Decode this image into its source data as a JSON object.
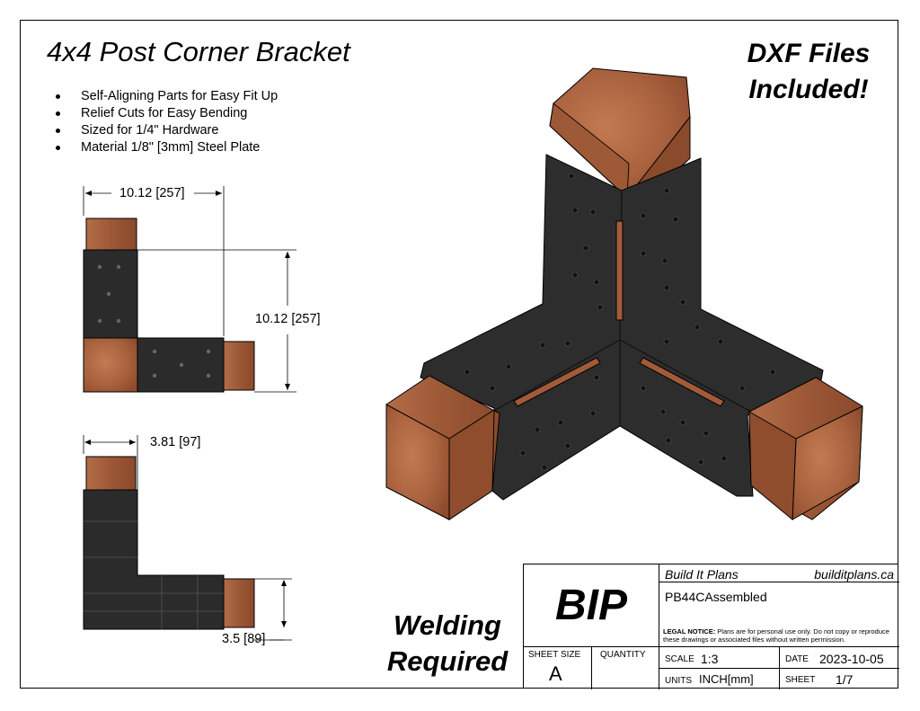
{
  "title": "4x4 Post Corner Bracket",
  "features": [
    "Self-Aligning Parts for Easy Fit Up",
    "Relief Cuts for Easy Bending",
    "Sized for 1/4\" Hardware",
    "Material 1/8\" [3mm] Steel Plate"
  ],
  "dxf_callout": {
    "line1": "DXF Files",
    "line2": "Included!"
  },
  "welding_callout": {
    "line1": "Welding",
    "line2": "Required"
  },
  "dimensions": {
    "top_width": "10.12 [257]",
    "top_height": "10.12 [257]",
    "side_width": "3.81 [97]",
    "side_height": "3.5 [89]"
  },
  "title_block": {
    "company": "Build It Plans",
    "website": "builditplans.ca",
    "logo": "BIP",
    "drawing_name": "PB44CAssembled",
    "legal_label": "LEGAL NOTICE:",
    "legal_text": "Plans are for personal use only. Do not copy or reproduce these drawings or associated files without written permission.",
    "sheet_size_label": "SHEET SIZE",
    "sheet_size": "A",
    "quantity_label": "QUANTITY",
    "scale_label": "SCALE",
    "scale": "1:3",
    "date_label": "DATE",
    "date": "2023-10-05",
    "units_label": "UNITS",
    "units": "INCH[mm]",
    "sheet_label": "SHEET",
    "sheet": "1/7"
  },
  "colors": {
    "steel": "#2b2b2b",
    "wood_end": "#b06a44",
    "wood_side": "#9a5534",
    "line": "#000000"
  }
}
